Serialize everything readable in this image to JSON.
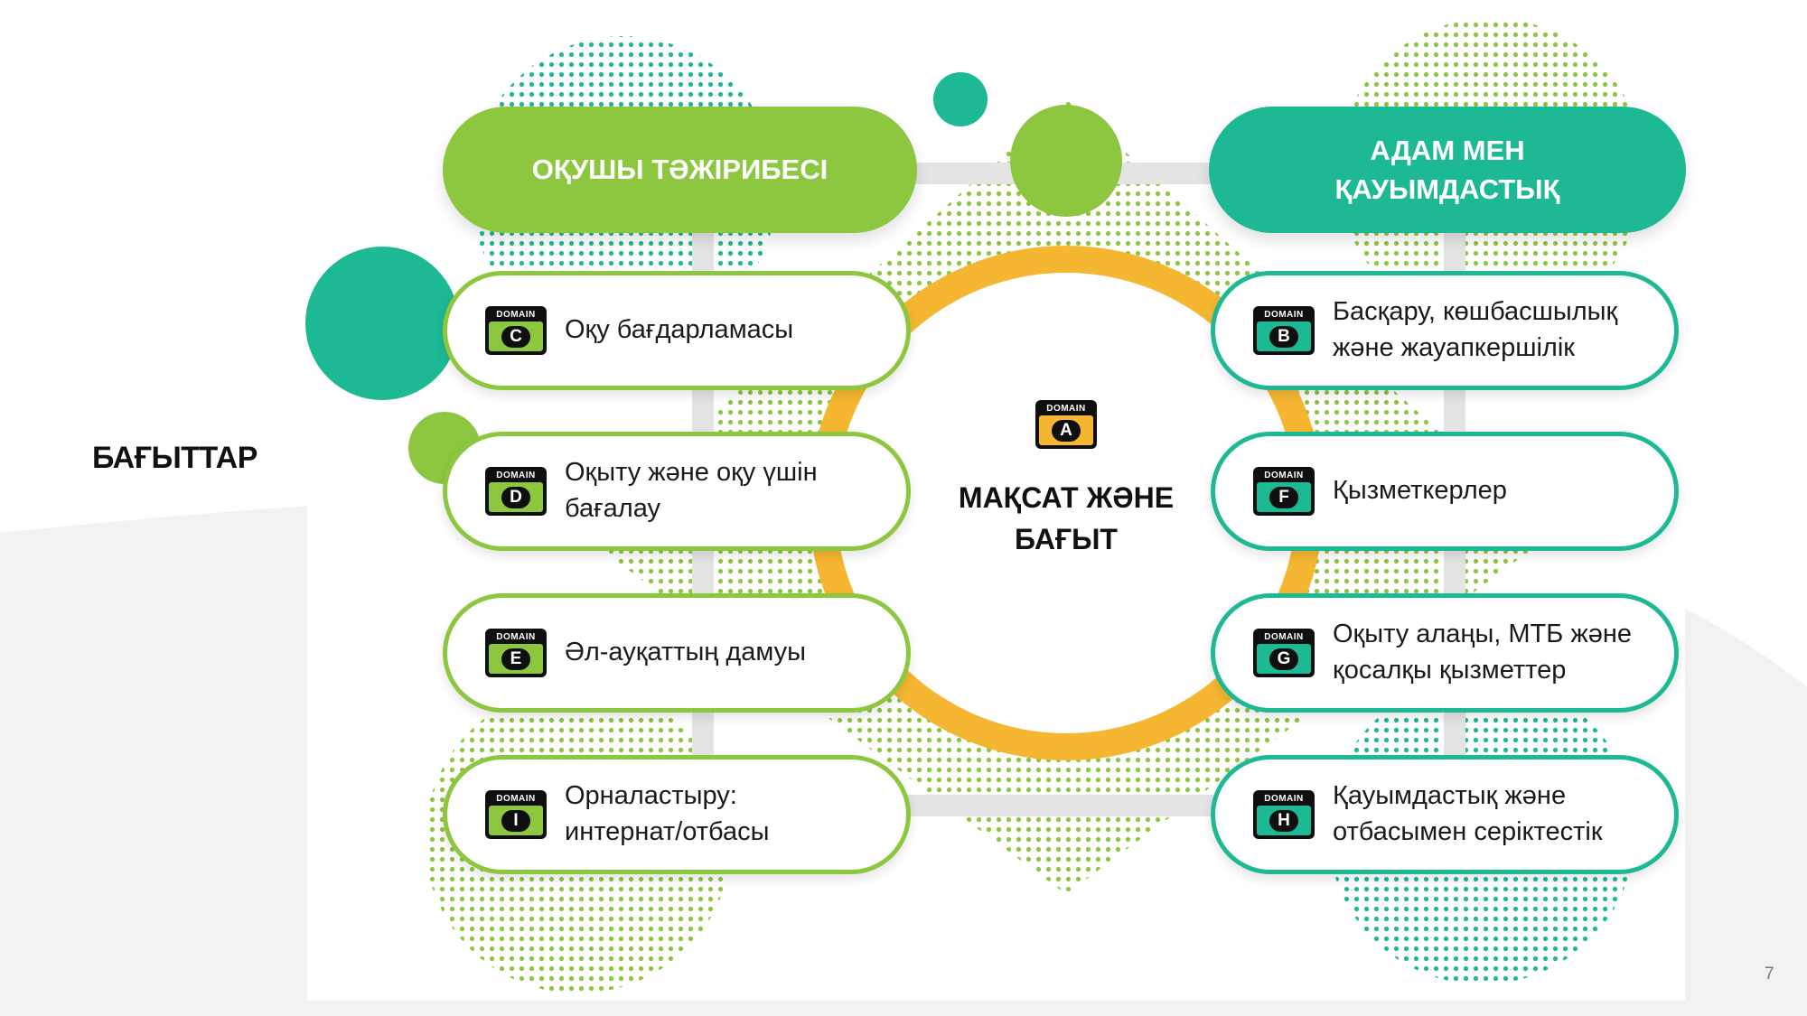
{
  "side_label": "БАҒЫТТАР",
  "headers": {
    "left": "ОҚУШЫ ТӘЖІРИБЕСІ",
    "right_line1": "АДАМ МЕН",
    "right_line2": "ҚАУЫМДАСТЫҚ"
  },
  "badge_word": "DOMAIN",
  "center": {
    "badge_letter": "A",
    "badge_color": "#f5b731",
    "title_line1": "МАҚСАТ ЖӘНЕ",
    "title_line2": "БАҒЫТ"
  },
  "left_domains": [
    {
      "letter": "C",
      "line1": "Оқу бағдарламасы",
      "line2": "",
      "badge_color": "#8dc63f"
    },
    {
      "letter": "D",
      "line1": "Оқыту және оқу үшін",
      "line2": "бағалау",
      "badge_color": "#8dc63f"
    },
    {
      "letter": "E",
      "line1": "Әл-ауқаттың дамуы",
      "line2": "",
      "badge_color": "#8dc63f"
    },
    {
      "letter": "I",
      "line1": "Орналастыру:",
      "line2": "интернат/отбасы",
      "badge_color": "#8dc63f"
    }
  ],
  "right_domains": [
    {
      "letter": "B",
      "line1": "Басқару, көшбасшылық",
      "line2": "және жауапкершілік",
      "badge_color": "#1db994"
    },
    {
      "letter": "F",
      "line1": "Қызметкерлер",
      "line2": "",
      "badge_color": "#1db994"
    },
    {
      "letter": "G",
      "line1": "Оқыту алаңы, МТБ және",
      "line2": "қосалқы қызметтер",
      "badge_color": "#1db994"
    },
    {
      "letter": "H",
      "line1": "Қауымдастық және",
      "line2": "отбасымен серіктестік",
      "badge_color": "#1db994"
    }
  ],
  "page_number": "7",
  "colors": {
    "green": "#8dc63f",
    "teal": "#1db994",
    "yellow": "#f5b731"
  }
}
